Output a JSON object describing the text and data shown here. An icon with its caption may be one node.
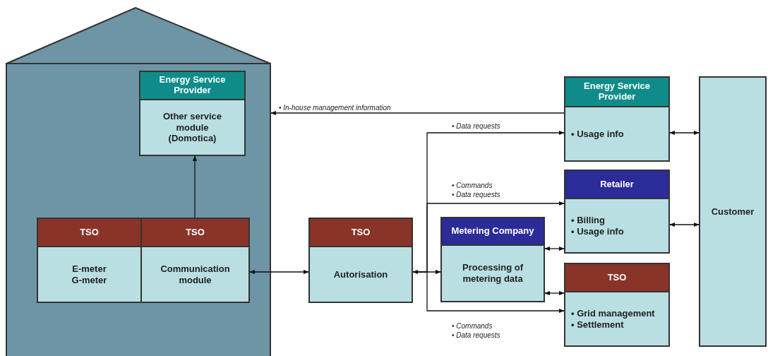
{
  "diagram": {
    "nodes": [
      {
        "text": [],
        "shape": "house"
      },
      {
        "text": [
          "Energy Service Provider",
          "Other service module (Domotica)"
        ],
        "in": 0
      },
      {
        "text": [
          "TSO",
          "E-meter G-meter"
        ],
        "in": 0
      },
      {
        "text": [
          "TSO",
          "Communication module"
        ],
        "in": 0
      },
      {
        "text": [
          "TSO",
          "Autorisation"
        ]
      },
      {
        "text": [
          "Metering Company",
          "Processing of metering data"
        ]
      },
      {
        "text": [
          "Energy Service Provider",
          "• Usage info"
        ]
      },
      {
        "text": [
          "Retailer",
          "• Billing",
          "• Usage info"
        ]
      },
      {
        "text": [
          "TSO",
          "• Grid management",
          "• Settlement"
        ]
      },
      {
        "text": [
          "Customer"
        ]
      }
    ],
    "edges": [
      {
        "from": 6,
        "to": 0,
        "arrow": "to",
        "label": "• In-house management information"
      },
      {
        "from": 3,
        "to": 1,
        "arrow": "to"
      },
      {
        "from": 3,
        "to": 4,
        "arrow": "both"
      },
      {
        "from": 4,
        "to": 5,
        "arrow": "both"
      },
      {
        "from": 4,
        "to": 6,
        "arrow": "to",
        "label": "• Data requests"
      },
      {
        "from": 4,
        "to": 7,
        "arrow": "to",
        "label": "• Commands • Data requests"
      },
      {
        "from": 4,
        "to": 8,
        "arrow": "to",
        "label": "• Commands • Data requests"
      },
      {
        "from": 5,
        "to": 7,
        "arrow": "both"
      },
      {
        "from": 5,
        "to": 8,
        "arrow": "both"
      },
      {
        "from": 6,
        "to": 9,
        "arrow": "both"
      },
      {
        "from": 7,
        "to": 9,
        "arrow": "both"
      }
    ]
  }
}
